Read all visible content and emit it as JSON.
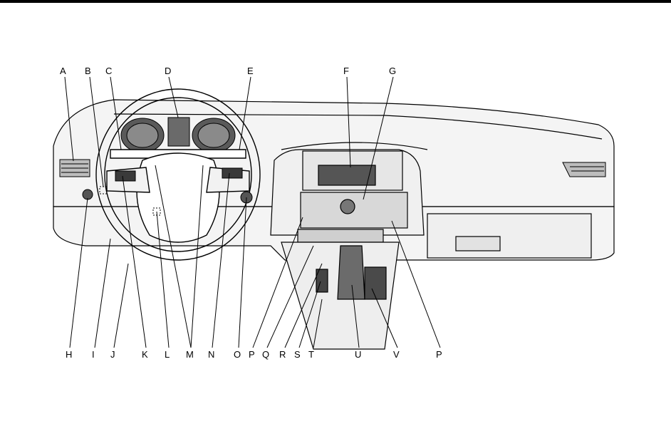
{
  "callouts_top": [
    "A",
    "B",
    "C",
    "D",
    "E",
    "F",
    "G"
  ],
  "callouts_bottom": [
    "H",
    "I",
    "J",
    "K",
    "L",
    "M",
    "N",
    "O",
    "P",
    "Q",
    "R",
    "S",
    "T",
    "U",
    "V",
    "P"
  ],
  "colors": {
    "line": "#000000",
    "fill": "#f4f4f4",
    "shade": "#c8c8c8",
    "dark": "#4a4a4a"
  }
}
